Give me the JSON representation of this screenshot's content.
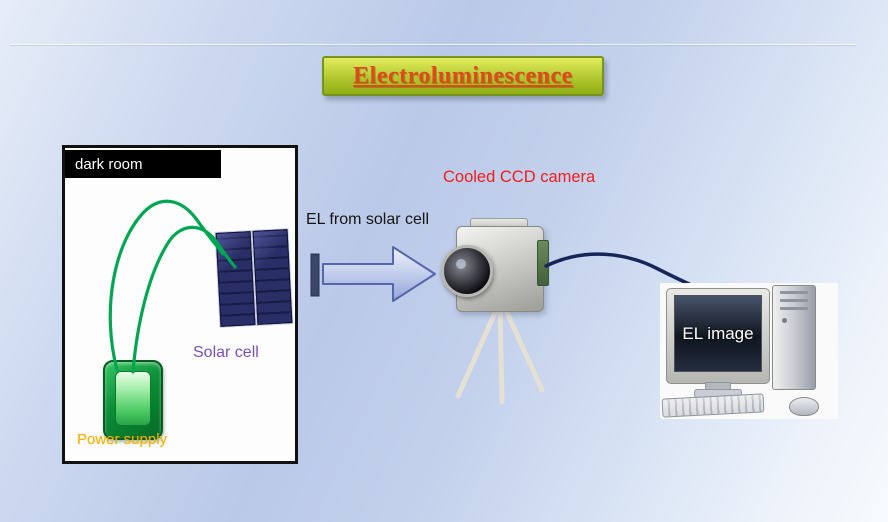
{
  "slide": {
    "title": "Electroluminescence"
  },
  "dark_room": {
    "label": "dark room",
    "solar_cell_label": "Solar cell",
    "power_supply_label": "Power supply"
  },
  "flow": {
    "el_arrow_label": "EL from solar cell"
  },
  "camera": {
    "label": "Cooled CCD camera"
  },
  "computer": {
    "screen_text": "EL image"
  },
  "colors": {
    "title_text": "#e0481e",
    "banner_green": "#a9c228",
    "banner_border": "#75951f",
    "solar_cell_label": "#7b4fb5",
    "power_supply_label": "#f2b600",
    "camera_label": "#f21d1d",
    "wire_green": "#00a651",
    "cable_navy": "#17265a",
    "arrow_fill": "#b4c0e6",
    "arrow_border": "#5566aa",
    "background_blue": "#bfcfea"
  }
}
